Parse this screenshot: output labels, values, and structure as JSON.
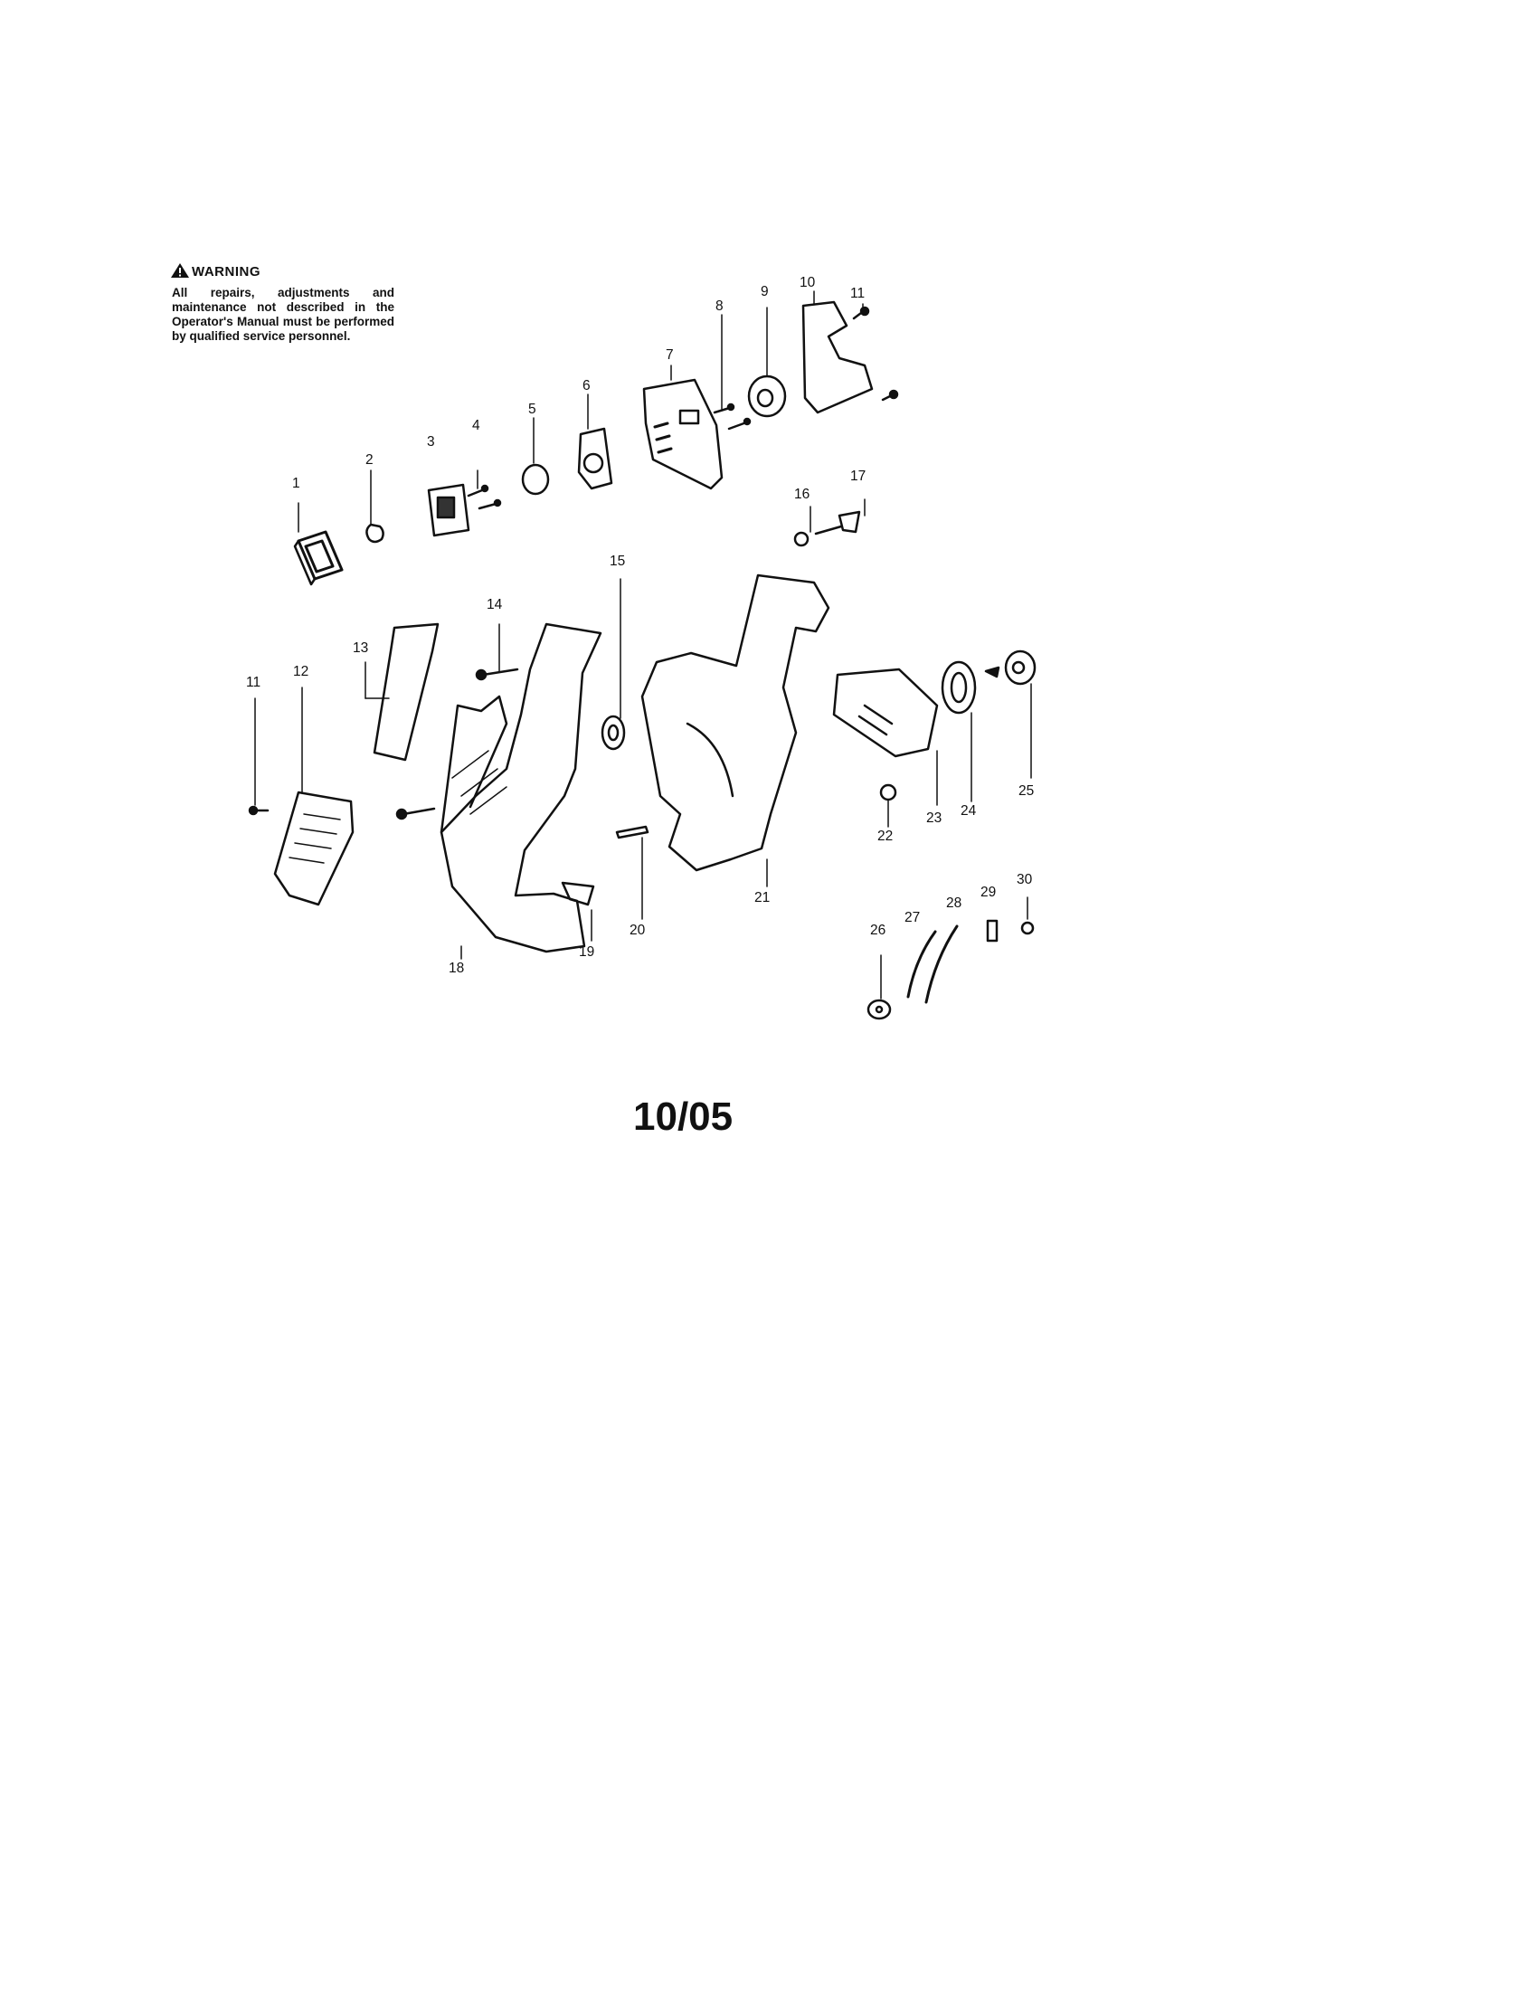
{
  "warning": {
    "title": "WARNING",
    "text": "All repairs, adjustments and maintenance not described in the Operator's Manual must be performed by qualified service personnel.",
    "icon": "warning-triangle-icon"
  },
  "callouts": [
    "1",
    "2",
    "3",
    "4",
    "5",
    "6",
    "7",
    "8",
    "9",
    "10",
    "11",
    "11",
    "12",
    "13",
    "14",
    "15",
    "16",
    "17",
    "18",
    "19",
    "20",
    "21",
    "22",
    "23",
    "24",
    "25",
    "26",
    "27",
    "28",
    "29",
    "30"
  ],
  "footer": {
    "date": "10/05"
  }
}
